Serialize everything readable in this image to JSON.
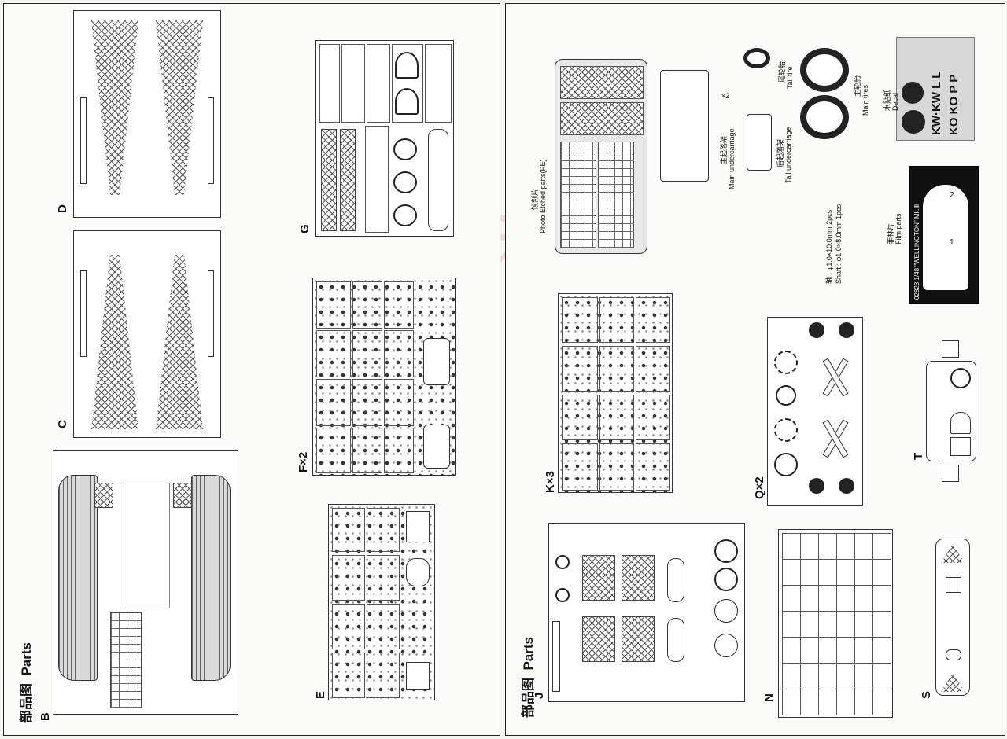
{
  "left_page": {
    "heading_cn": "部品图",
    "heading_en": "Parts",
    "sprues": {
      "B": {
        "label": "B"
      },
      "C": {
        "label": "C"
      },
      "D": {
        "label": "D"
      },
      "E": {
        "label": "E"
      },
      "F": {
        "label": "F×2"
      },
      "G": {
        "label": "G"
      }
    }
  },
  "right_page": {
    "heading_cn": "部品图",
    "heading_en": "Parts",
    "sprues": {
      "J": {
        "label": "J"
      },
      "K": {
        "label": "K×3"
      },
      "N": {
        "label": "N"
      },
      "Q": {
        "label": "Q×2"
      },
      "S": {
        "label": "S"
      },
      "T": {
        "label": "T"
      }
    },
    "photo_etched": {
      "label_cn": "蚀刻片",
      "label_en": "Photo Etched parts(PE)"
    },
    "main_undercarriage": {
      "label_cn": "主起落架",
      "label_en": "Main undercarriage",
      "count": "×2"
    },
    "tail_undercarriage": {
      "label_cn": "后起落架",
      "label_en": "Tail undercarriage"
    },
    "tail_tire": {
      "label_cn": "尾轮胎",
      "label_en": "Tail tire"
    },
    "main_tires": {
      "label_cn": "主轮胎",
      "label_en": "Main tires"
    },
    "decal": {
      "label_cn": "水贴纸",
      "label_en": "Decal",
      "markings": [
        "KW·KW L L",
        "KO KO P P"
      ]
    },
    "shaft": {
      "label_cn": "轴",
      "line1": ": φ1.0×10.0mm 2pcs",
      "line2_prefix": "Shaft",
      "line2": ": φ1.0×8.0mm 1pcs"
    },
    "film": {
      "label_cn": "菲林片",
      "label_en": "Film parts",
      "strip": "02823 1/48 \"WELLINGTON\" Mk.Ⅲ",
      "num1": "1",
      "num2": "2"
    }
  },
  "watermark": "modelartikl.cz"
}
